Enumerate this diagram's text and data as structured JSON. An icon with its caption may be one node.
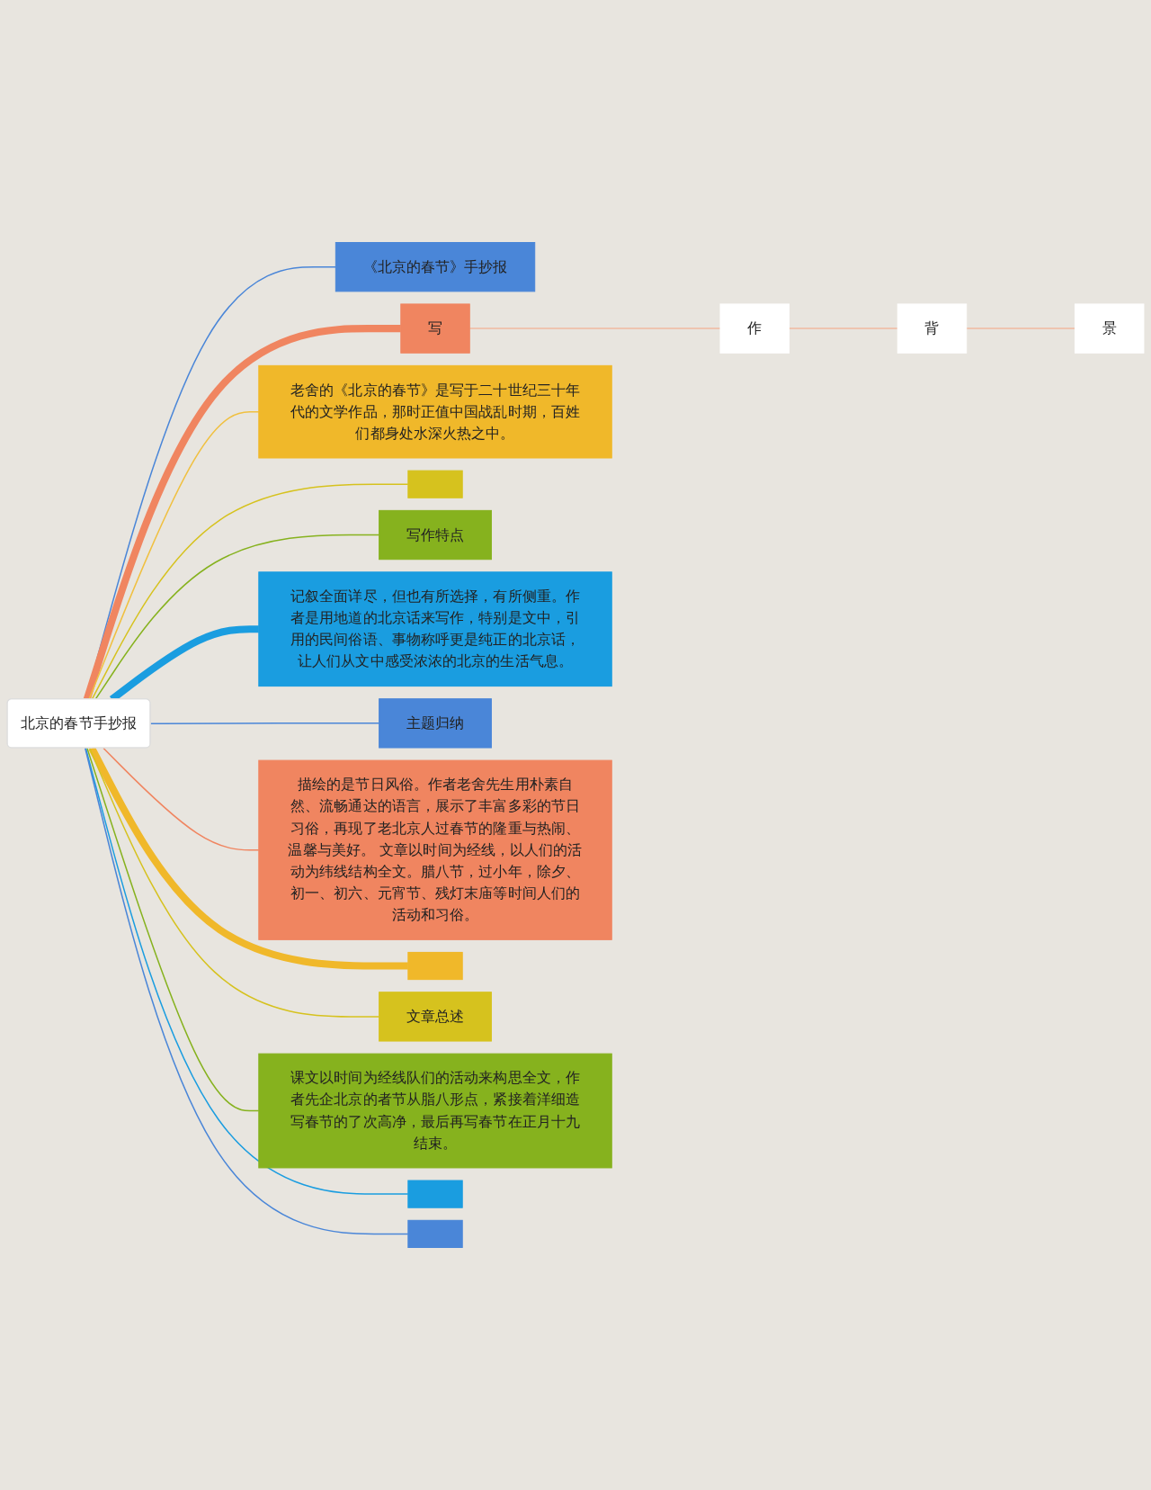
{
  "diagram": {
    "nodes": [
      {
        "text": [
          "北京的春节手抄报"
        ]
      },
      {
        "text": [
          "《北京的春节》手抄报"
        ]
      },
      {
        "text": [
          "写"
        ]
      },
      {
        "text": [
          "作"
        ]
      },
      {
        "text": [
          "背"
        ]
      },
      {
        "text": [
          "景"
        ]
      },
      {
        "text": [
          "老舍的《北京的春节》是写于二十世纪三十年代的文学作品，那时正值中国战乱时期，百姓们都身处水深火热之中。"
        ]
      },
      {
        "text": [],
        "shape": "box"
      },
      {
        "text": [
          "写作特点"
        ]
      },
      {
        "text": [
          "记叙全面详尽，但也有所选择，有所侧重。作者是用地道的北京话来写作，特别是文中，引用的民间俗语、事物称呼更是纯正的北京话，让人们从文中感受浓浓的北京的生活气息。"
        ]
      },
      {
        "text": [
          "主题归纳"
        ]
      },
      {
        "text": [
          "描绘的是节日风俗。作者老舍先生用朴素自然、流畅通达的语言，展示了丰富多彩的节日习俗，再现了老北京人过春节的隆重与热闹、温馨与美好。 文章以时间为经线，以人们的活动为纬线结构全文。腊八节，过小年，除夕、初一、初六、元宵节、残灯末庙等时间人们的活动和习俗。"
        ]
      },
      {
        "text": [],
        "shape": "box"
      },
      {
        "text": [
          "文章总述"
        ]
      },
      {
        "text": [
          "课文以时间为经线队们的活动来构思全文，作者先企北京的者节从脂八形点，紧接着洋细造写春节的了次高净，最后再写春节在正月十九结束。"
        ]
      },
      {
        "text": [],
        "shape": "box"
      },
      {
        "text": [],
        "shape": "box"
      }
    ],
    "edges": [
      {
        "from": 0,
        "to": 1,
        "arrow": "none",
        "color": "#4a86d8"
      },
      {
        "from": 0,
        "to": 2,
        "arrow": "none",
        "style": "thick",
        "color": "#f08560"
      },
      {
        "from": 2,
        "to": 3,
        "arrow": "none",
        "color": "#f0b8a0"
      },
      {
        "from": 3,
        "to": 4,
        "arrow": "none",
        "color": "#f0b8a0"
      },
      {
        "from": 4,
        "to": 5,
        "arrow": "none",
        "color": "#f0b8a0"
      },
      {
        "from": 0,
        "to": 6,
        "arrow": "none",
        "color": "#f0c040"
      },
      {
        "from": 0,
        "to": 7,
        "arrow": "none",
        "color": "#d6c21e"
      },
      {
        "from": 0,
        "to": 8,
        "arrow": "none",
        "color": "#86b21e"
      },
      {
        "from": 0,
        "to": 9,
        "arrow": "none",
        "style": "thick",
        "color": "#1a9de0"
      },
      {
        "from": 0,
        "to": 10,
        "arrow": "none",
        "color": "#4a86d8"
      },
      {
        "from": 0,
        "to": 11,
        "arrow": "none",
        "color": "#f08560"
      },
      {
        "from": 0,
        "to": 12,
        "arrow": "none",
        "style": "thick",
        "color": "#f0b82a"
      },
      {
        "from": 0,
        "to": 13,
        "arrow": "none",
        "color": "#d6c21e"
      },
      {
        "from": 0,
        "to": 14,
        "arrow": "none",
        "color": "#86b21e"
      },
      {
        "from": 0,
        "to": 15,
        "arrow": "none",
        "color": "#1a9de0"
      },
      {
        "from": 0,
        "to": 16,
        "arrow": "none",
        "color": "#4a86d8"
      }
    ]
  }
}
